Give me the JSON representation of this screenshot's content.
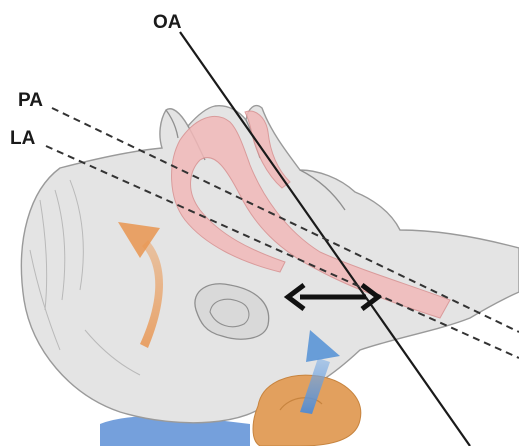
{
  "labels": {
    "oa": "OA",
    "pa": "PA",
    "la": "LA"
  },
  "colors": {
    "skin": "#e4e4e4",
    "skin_outline": "#9a9a9a",
    "airway": "#f2b9b9",
    "airway_outline": "#d88f8f",
    "orange_arrow": "#e99550",
    "blue_arrow": "#5a95d6",
    "roll_orange": "#e2a05e",
    "roll_blue": "#5d8fd6",
    "axis_line": "#1a1a1a",
    "dashed_line": "#333333"
  },
  "icons": {
    "head_tilt_arrow": "curved-arrow-up-right",
    "shoulder_lift_arrow": "arrow-up",
    "distance_arrow": "double-headed-arrow"
  }
}
